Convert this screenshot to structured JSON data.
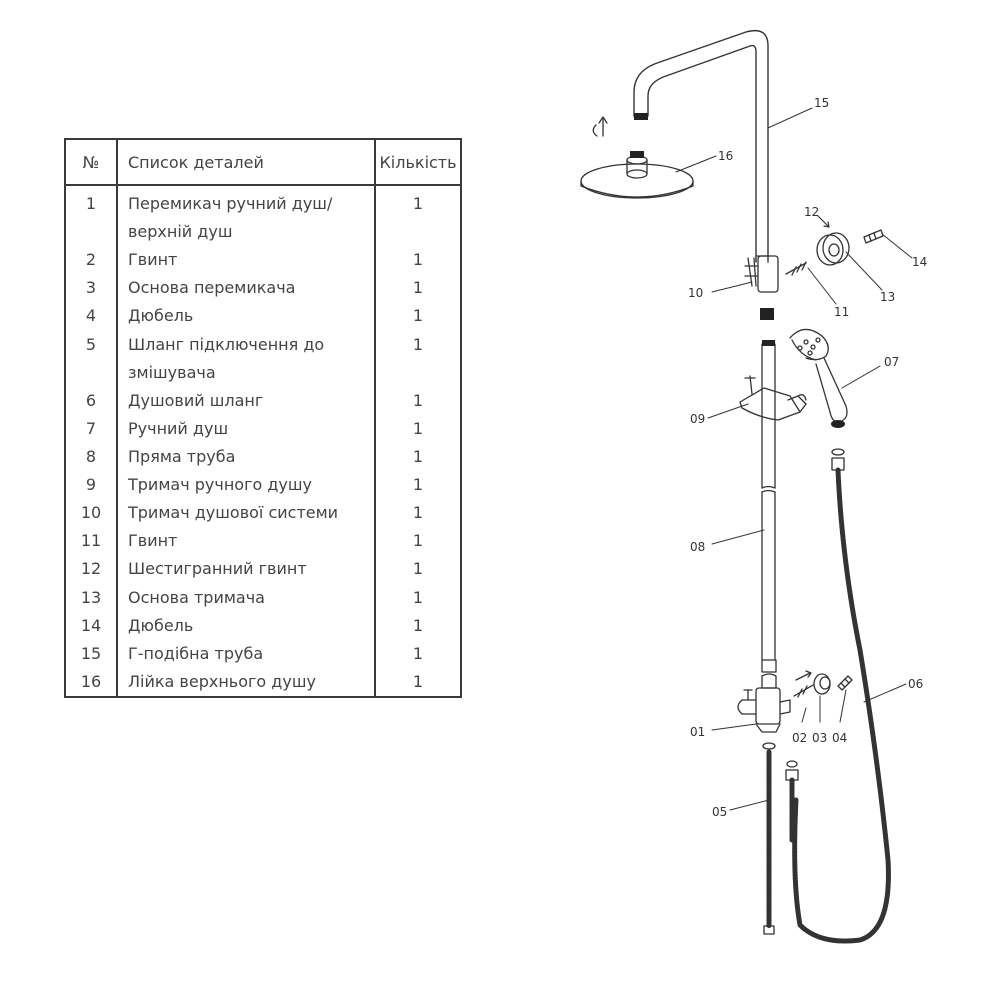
{
  "table": {
    "headers": {
      "number": "№",
      "name": "Список деталей",
      "quantity": "Кількість"
    },
    "rows": [
      {
        "number": "1",
        "name": "Перемикач ручний душ/верхній душ",
        "quantity": "1"
      },
      {
        "number": "2",
        "name": "Гвинт",
        "quantity": "1"
      },
      {
        "number": "3",
        "name": "Основа перемикача",
        "quantity": "1"
      },
      {
        "number": "4",
        "name": "Дюбель",
        "quantity": "1"
      },
      {
        "number": "5",
        "name": "Шланг підключення до змішувача",
        "quantity": "1"
      },
      {
        "number": "6",
        "name": "Душовий шланг",
        "quantity": "1"
      },
      {
        "number": "7",
        "name": "Ручний душ",
        "quantity": "1"
      },
      {
        "number": "8",
        "name": "Пряма труба",
        "quantity": "1"
      },
      {
        "number": "9",
        "name": "Тримач ручного душу",
        "quantity": "1"
      },
      {
        "number": "10",
        "name": "Тримач душової системи",
        "quantity": "1"
      },
      {
        "number": "11",
        "name": "Гвинт",
        "quantity": "1"
      },
      {
        "number": "12",
        "name": "Шестигранний гвинт",
        "quantity": "1"
      },
      {
        "number": "13",
        "name": "Основа тримача",
        "quantity": "1"
      },
      {
        "number": "14",
        "name": "Дюбель",
        "quantity": "1"
      },
      {
        "number": "15",
        "name": "Г-подібна труба",
        "quantity": "1"
      },
      {
        "number": "16",
        "name": "Лійка верхнього душу",
        "quantity": "1"
      }
    ]
  },
  "diagram": {
    "callouts": {
      "c15": "15",
      "c16": "16",
      "c12": "12",
      "c14": "14",
      "c10": "10",
      "c11": "11",
      "c13": "13",
      "c07": "07",
      "c09": "09",
      "c08": "08",
      "c06": "06",
      "c01": "01",
      "c02": "02",
      "c03": "03",
      "c04": "04",
      "c05": "05"
    }
  }
}
